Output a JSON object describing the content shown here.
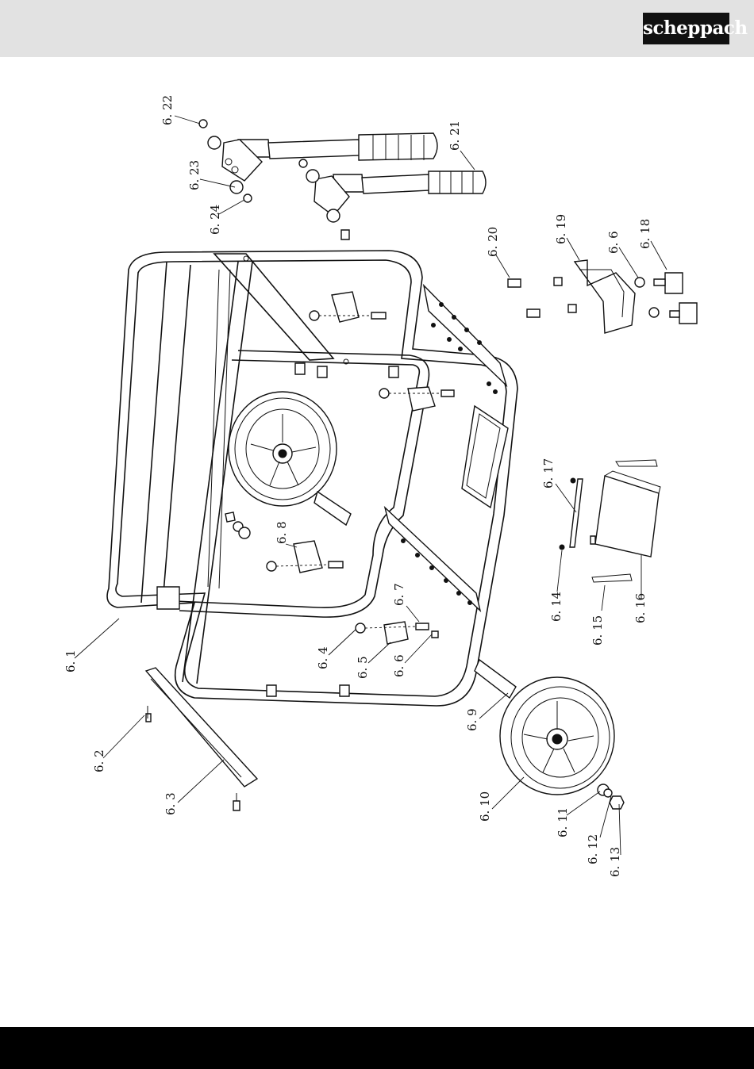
{
  "header": {
    "brand": "scheppach",
    "background_color": "#e2e2e2",
    "logo_background": "#111111",
    "logo_text_color": "#ffffff"
  },
  "footer": {
    "background_color": "#000000"
  },
  "diagram": {
    "parts": [
      {
        "id": "p6_1",
        "label": "6. 1"
      },
      {
        "id": "p6_2",
        "label": "6. 2"
      },
      {
        "id": "p6_3",
        "label": "6. 3"
      },
      {
        "id": "p6_4",
        "label": "6. 4"
      },
      {
        "id": "p6_5",
        "label": "6. 5"
      },
      {
        "id": "p6_6a",
        "label": "6. 6"
      },
      {
        "id": "p6_6b",
        "label": "6. 6"
      },
      {
        "id": "p6_7",
        "label": "6. 7"
      },
      {
        "id": "p6_8",
        "label": "6. 8"
      },
      {
        "id": "p6_9",
        "label": "6. 9"
      },
      {
        "id": "p6_10",
        "label": "6. 10"
      },
      {
        "id": "p6_11",
        "label": "6. 11"
      },
      {
        "id": "p6_12",
        "label": "6. 12"
      },
      {
        "id": "p6_13",
        "label": "6. 13"
      },
      {
        "id": "p6_14",
        "label": "6. 14"
      },
      {
        "id": "p6_15",
        "label": "6. 15"
      },
      {
        "id": "p6_16",
        "label": "6. 16"
      },
      {
        "id": "p6_17",
        "label": "6. 17"
      },
      {
        "id": "p6_18",
        "label": "6. 18"
      },
      {
        "id": "p6_19",
        "label": "6. 19"
      },
      {
        "id": "p6_20",
        "label": "6. 20"
      },
      {
        "id": "p6_21",
        "label": "6. 21"
      },
      {
        "id": "p6_22",
        "label": "6. 22"
      },
      {
        "id": "p6_23",
        "label": "6. 23"
      },
      {
        "id": "p6_24",
        "label": "6. 24"
      }
    ]
  }
}
